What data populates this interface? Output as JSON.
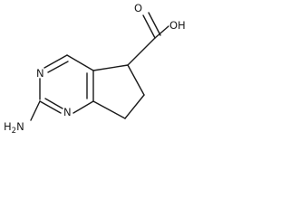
{
  "molecule": {
    "atoms": {
      "hydroxyl": "OH",
      "carbonyl_oxygen": "O",
      "ring_nitrogen_upper": "N",
      "ring_nitrogen_lower": "N",
      "amine_h": "H",
      "amine_subscript": "2",
      "amine_n": "N"
    }
  }
}
